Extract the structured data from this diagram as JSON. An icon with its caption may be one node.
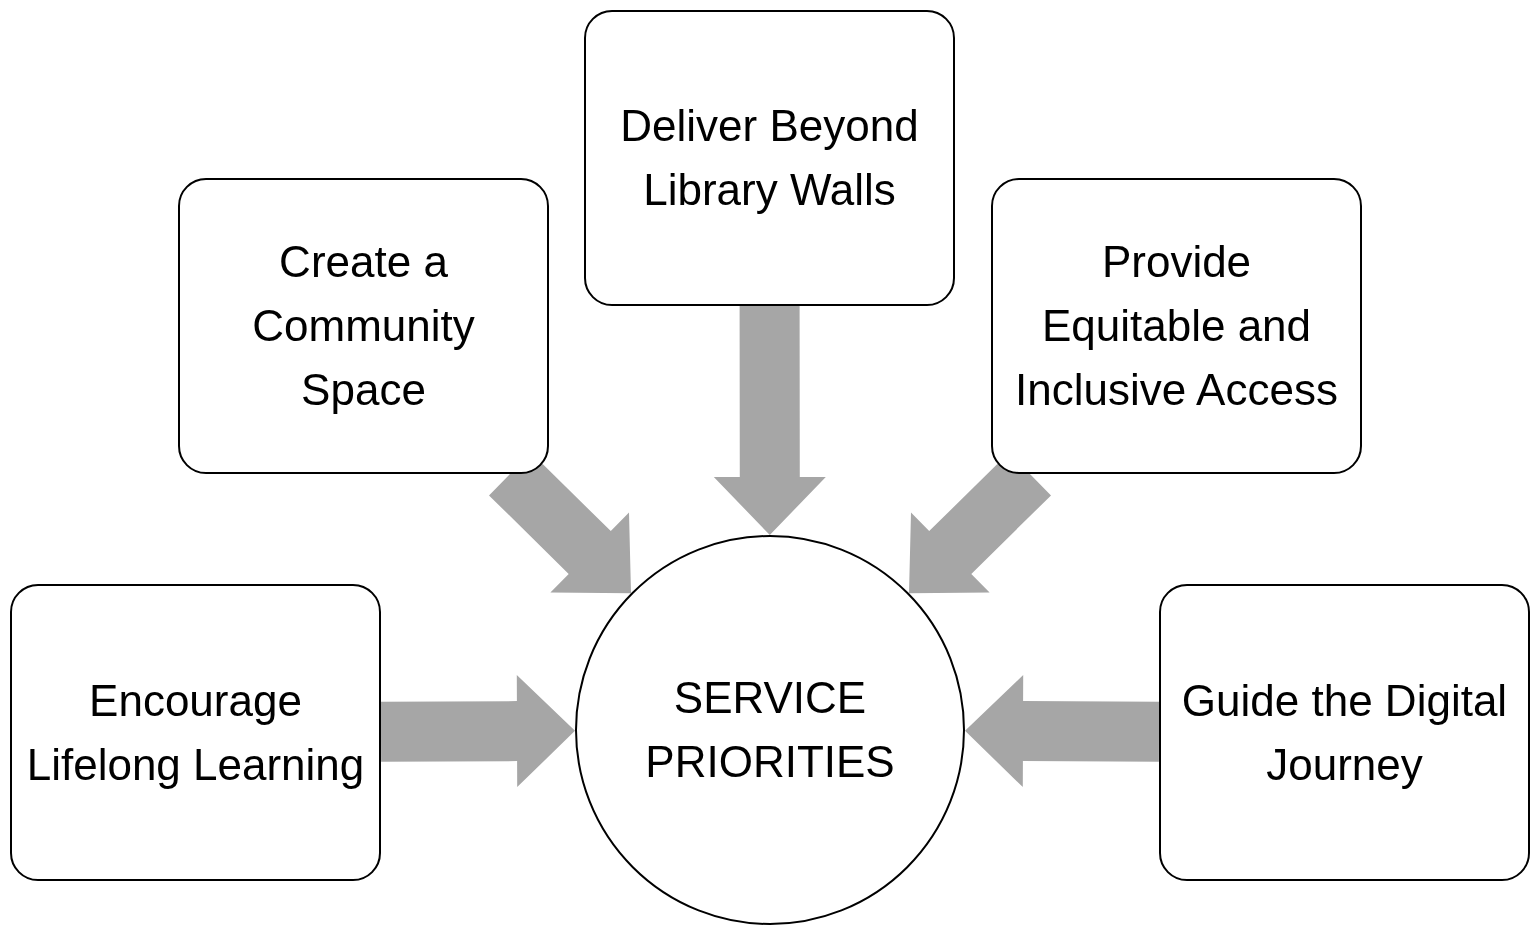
{
  "diagram": {
    "nodes": [
      {
        "text": [
          "Deliver Beyond Library Walls"
        ]
      },
      {
        "text": [
          "Create a Community Space"
        ]
      },
      {
        "text": [
          "Provide Equitable and Inclusive Access"
        ]
      },
      {
        "text": [
          "Encourage Lifelong Learning"
        ]
      },
      {
        "text": [
          "SERVICE PRIORITIES"
        ]
      },
      {
        "text": [
          "Guide the Digital Journey"
        ]
      }
    ],
    "edges": [
      {
        "from": 0,
        "to": 4,
        "arrow": "to"
      },
      {
        "from": 1,
        "to": 4,
        "arrow": "to"
      },
      {
        "from": 2,
        "to": 4,
        "arrow": "to"
      },
      {
        "from": 3,
        "to": 4,
        "arrow": "to"
      },
      {
        "from": 5,
        "to": 4,
        "arrow": "to"
      }
    ]
  }
}
